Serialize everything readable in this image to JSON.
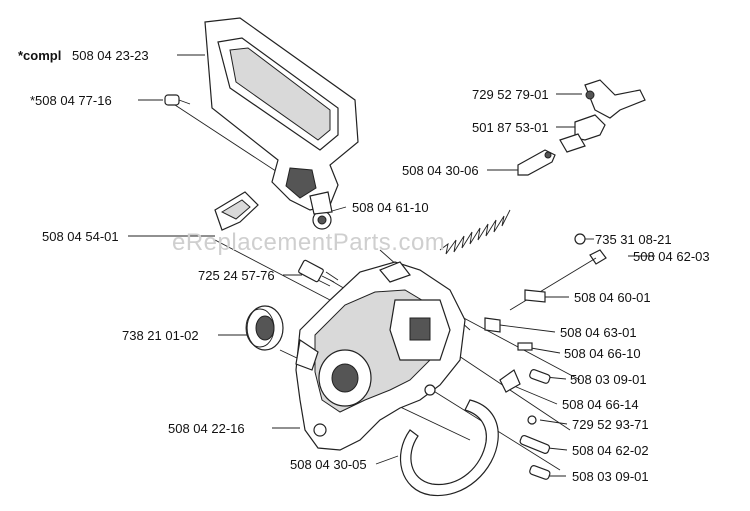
{
  "watermark": "eReplacementParts.com",
  "labels": [
    {
      "id": "compl-cover",
      "prefix": "*compl",
      "text": "508 04 23-23"
    },
    {
      "id": "pin-star",
      "text": "*508 04 77-16"
    },
    {
      "id": "screw-729-52-79",
      "text": "729 52 79-01"
    },
    {
      "id": "lever-501-87-53",
      "text": "501 87 53-01"
    },
    {
      "id": "link-508-04-30-06",
      "text": "508 04 30-06"
    },
    {
      "id": "spring-508-04-61-10",
      "text": "508 04 61-10"
    },
    {
      "id": "part-508-04-54-01",
      "text": "508 04 54-01"
    },
    {
      "id": "clip-735-31-08-21",
      "text": "735 31 08-21"
    },
    {
      "id": "bolt-508-04-62-03",
      "text": "508 04 62-03"
    },
    {
      "id": "bolt-725-24-57-76",
      "text": "725 24 57-76"
    },
    {
      "id": "bracket-508-04-60-01",
      "text": "508 04 60-01"
    },
    {
      "id": "seal-738-21-01-02",
      "text": "738 21 01-02"
    },
    {
      "id": "plate-508-04-63-01",
      "text": "508 04 63-01"
    },
    {
      "id": "pin-508-04-66-10",
      "text": "508 04 66-10"
    },
    {
      "id": "screw-508-03-09-01-a",
      "text": "508 03 09-01"
    },
    {
      "id": "pin-508-04-66-14",
      "text": "508 04 66-14"
    },
    {
      "id": "housing-508-04-22-16",
      "text": "508 04 22-16"
    },
    {
      "id": "washer-729-52-93-71",
      "text": "729 52 93-71"
    },
    {
      "id": "bolt-508-04-62-02",
      "text": "508 04 62-02"
    },
    {
      "id": "band-508-04-30-05",
      "text": "508 04 30-05"
    },
    {
      "id": "screw-508-03-09-01-b",
      "text": "508 03 09-01"
    }
  ]
}
